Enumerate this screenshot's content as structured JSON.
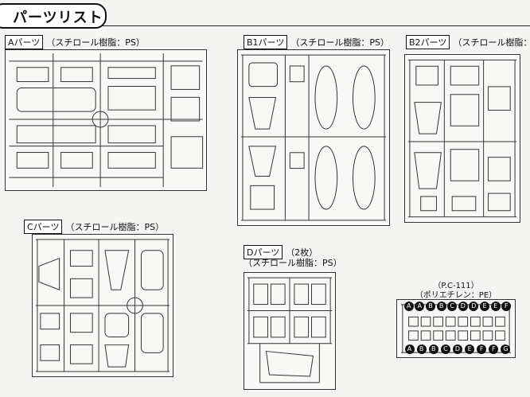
{
  "header": {
    "title": "パーツリスト"
  },
  "sprues": {
    "A": {
      "tag": "Aパーツ",
      "material": "（スチロール樹脂：PS）"
    },
    "B1": {
      "tag": "B1パーツ",
      "material": "（スチロール樹脂：PS）"
    },
    "B2": {
      "tag": "B2パーツ",
      "material": "（スチロール樹脂：PS）"
    },
    "C": {
      "tag": "Cパーツ",
      "material": "（スチロール樹脂：PS）"
    },
    "D": {
      "tag": "Dパーツ",
      "count": "（2枚）",
      "material": "（スチロール樹脂：PS）"
    }
  },
  "polycap": {
    "code": "（P.C-111）",
    "material": "（ポリエチレン：PE）",
    "top_labels": [
      "A",
      "A",
      "B",
      "B",
      "C",
      "D",
      "D",
      "E",
      "E",
      "F"
    ],
    "bottom_labels": [
      "A",
      "B",
      "B",
      "C",
      "D",
      "E",
      "F",
      "F",
      "G"
    ]
  }
}
